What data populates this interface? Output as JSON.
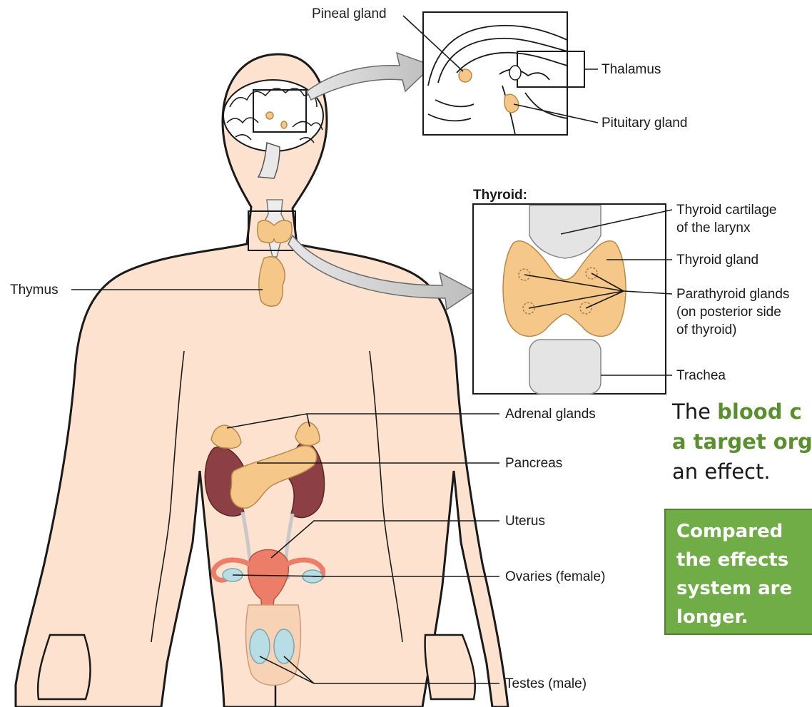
{
  "labels": {
    "pineal": "Pineal gland",
    "thalamus": "Thalamus",
    "pituitary": "Pituitary gland",
    "thyroid_heading": "Thyroid:",
    "thyroid_cartilage_1": "Thyroid cartilage",
    "thyroid_cartilage_2": "of the larynx",
    "thyroid_gland": "Thyroid gland",
    "parathyroid_1": "Parathyroid glands",
    "parathyroid_2": "(on posterior side",
    "parathyroid_3": "of thyroid)",
    "trachea": "Trachea",
    "thymus": "Thymus",
    "adrenal": "Adrenal glands",
    "pancreas": "Pancreas",
    "uterus": "Uterus",
    "ovaries": "Ovaries (female)",
    "testes": "Testes (male)"
  },
  "caption": {
    "pre": "The ",
    "highlight_1": "blood c",
    "highlight_2": "a target org",
    "post": "an effect."
  },
  "callout": {
    "text": "Compared\nthe effects\nsystem are\nlonger."
  },
  "colors": {
    "skin": "#fde3cf",
    "gland": "#f5c788",
    "kidney": "#8c3f44",
    "uterus": "#ec7d68",
    "ovary": "#b9dde4",
    "highlight_text": "#5a8f2e",
    "callout_bg": "#70ad47"
  }
}
